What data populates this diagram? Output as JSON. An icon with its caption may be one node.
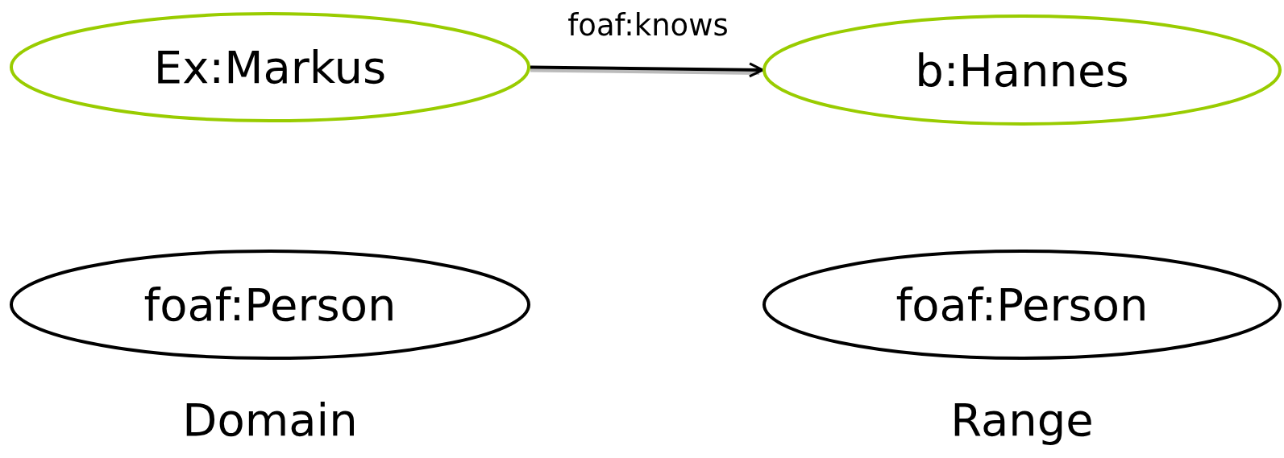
{
  "diagram": {
    "nodes": [
      {
        "text": [
          "Ex:Markus"
        ]
      },
      {
        "text": [
          "b:Hannes"
        ]
      },
      {
        "text": [
          "foaf:Person"
        ],
        "beside": [
          "Domain"
        ]
      },
      {
        "text": [
          "foaf:Person"
        ],
        "beside": [
          "Range"
        ]
      }
    ],
    "edges": [
      {
        "from": 0,
        "to": 1,
        "arrow": "to",
        "label": "foaf:knows"
      }
    ]
  }
}
